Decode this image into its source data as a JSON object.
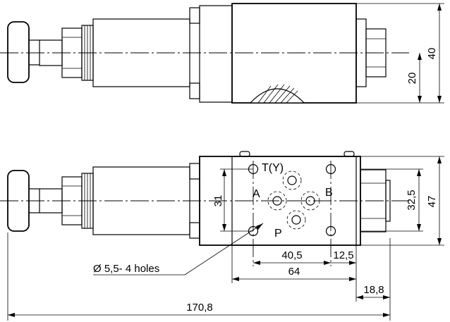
{
  "dimensions": {
    "total_length": "170,8",
    "side_offset": "18,8",
    "body_width": "64",
    "port_spacing": "40,5",
    "port_offset": "12,5",
    "front_height": "47",
    "front_port_height": "32,5",
    "front_inner": "31",
    "top_height": "40",
    "top_half": "20"
  },
  "ports": {
    "a": "A",
    "b": "B",
    "p": "P",
    "t": "T(Y)"
  },
  "note": "Ø 5,5- 4 holes"
}
